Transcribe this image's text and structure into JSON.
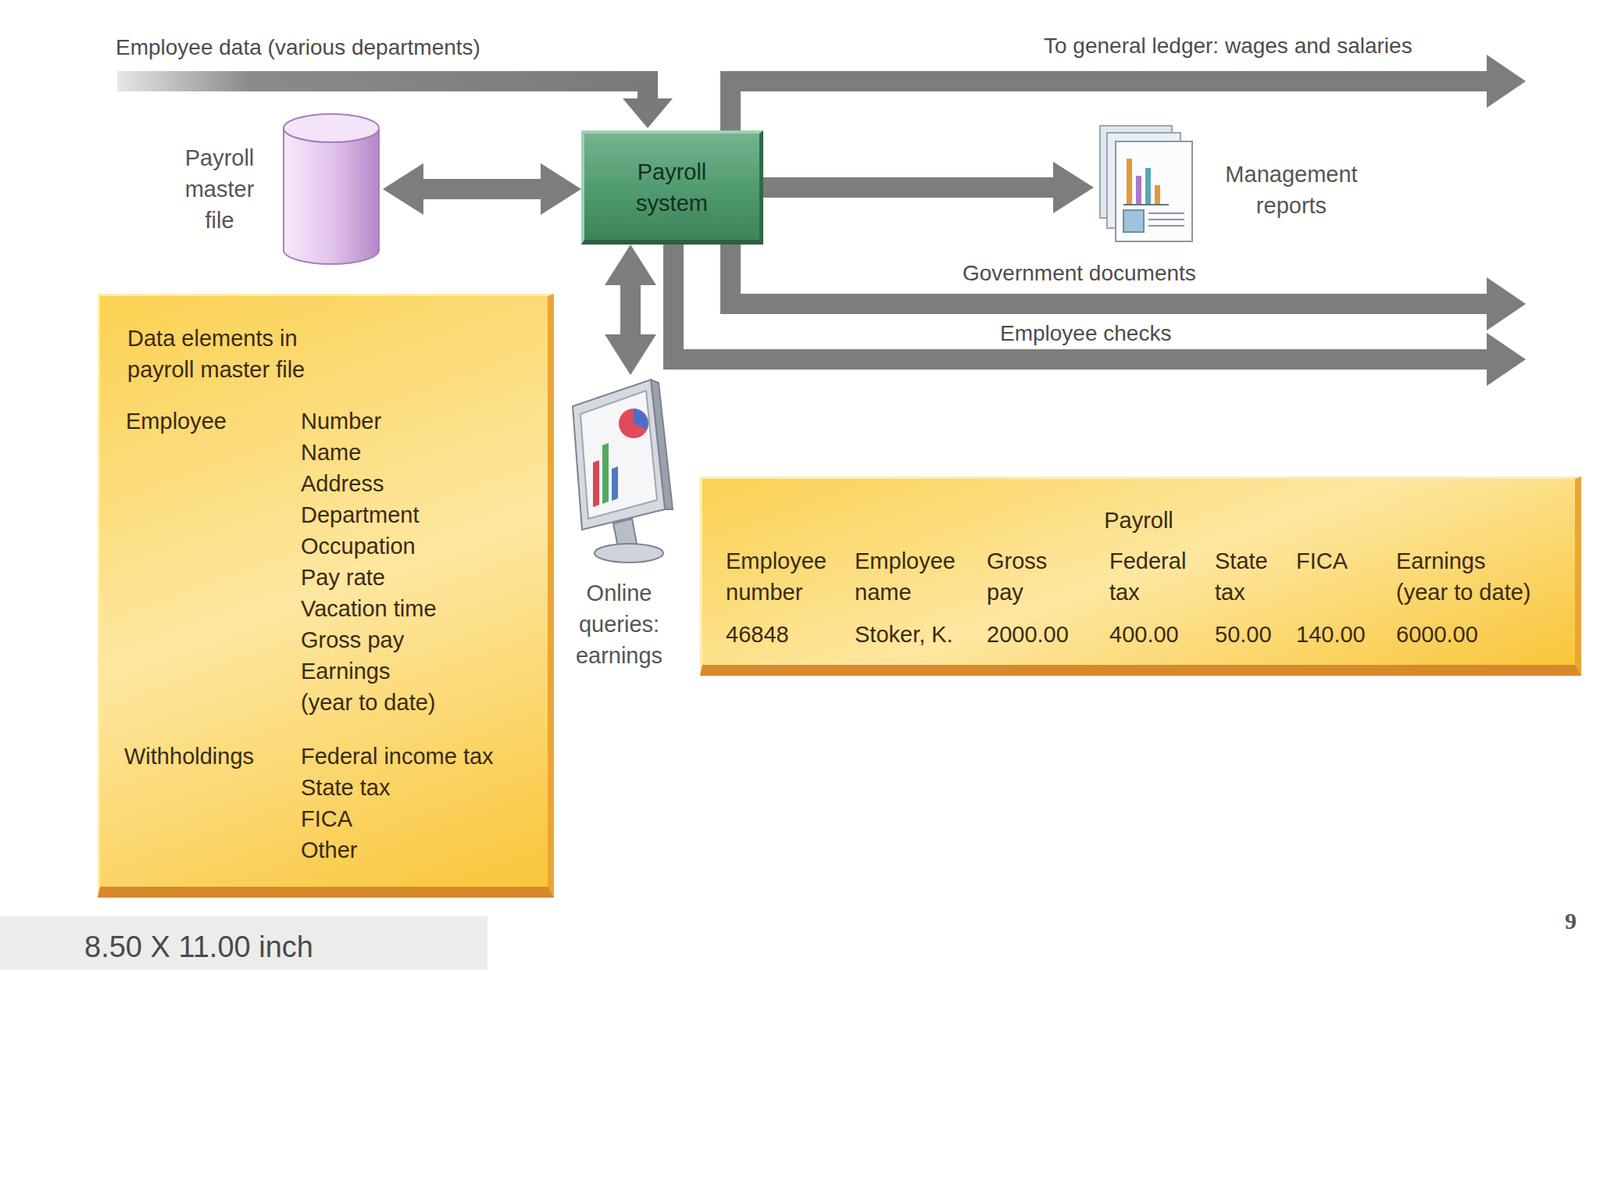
{
  "diagram": {
    "nodes": [
      {
        "text": [
          "Payroll master file"
        ]
      },
      {
        "text": [
          "Payroll system"
        ]
      },
      {
        "text": [
          "Management reports"
        ]
      },
      {
        "text": [
          "Data elements in payroll master file",
          "Employee",
          "Number",
          "Name",
          "Address",
          "Department",
          "Occupation",
          "Pay rate",
          "Vacation time",
          "Gross pay",
          "Earnings (year to date)",
          "Withholdings",
          "Federal income tax",
          "State tax",
          "FICA",
          "Other"
        ]
      },
      {
        "text": [
          "Online queries: earnings"
        ]
      },
      {
        "text": [
          "Payroll",
          "Employee number",
          "Employee name",
          "Gross pay",
          "Federal tax",
          "State tax",
          "FICA",
          "Earnings (year to date)",
          "46848",
          "Stoker, K.",
          "2000.00",
          "400.00",
          "50.00",
          "140.00",
          "6000.00"
        ]
      }
    ],
    "edges": [
      {
        "from": 0,
        "to": 1,
        "arrow": "both"
      },
      {
        "from": 1,
        "to": 2,
        "arrow": "to"
      },
      {
        "from": 1,
        "to": 4,
        "arrow": "both"
      }
    ],
    "labels": [
      "Employee data (various departments)",
      "To general ledger: wages and salaries",
      "Government documents",
      "Employee checks",
      "9",
      "8.50 X 11.00 inch"
    ]
  }
}
